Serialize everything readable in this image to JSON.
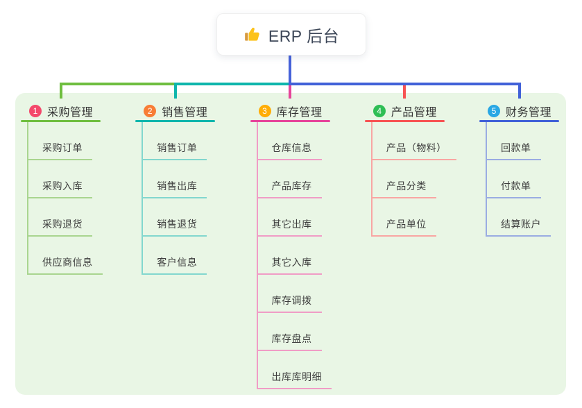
{
  "root": {
    "icon": "thumbs-up-icon",
    "title": "ERP 后台"
  },
  "branches": [
    {
      "badge": "1",
      "title": "采购管理",
      "badge_color": "#f4486b",
      "main_color": "#6fbe3f",
      "light_color": "#a9d58f",
      "children": [
        "采购订单",
        "采购入库",
        "采购退货",
        "供应商信息"
      ]
    },
    {
      "badge": "2",
      "title": "销售管理",
      "badge_color": "#f87d35",
      "main_color": "#0fb6ac",
      "light_color": "#82d7ce",
      "children": [
        "销售订单",
        "销售出库",
        "销售退货",
        "客户信息"
      ]
    },
    {
      "badge": "3",
      "title": "库存管理",
      "badge_color": "#ffad05",
      "main_color": "#e6449a",
      "light_color": "#f09cc6",
      "children": [
        "仓库信息",
        "产品库存",
        "其它出库",
        "其它入库",
        "库存调拨",
        "库存盘点",
        "出库库明细"
      ]
    },
    {
      "badge": "4",
      "title": "产品管理",
      "badge_color": "#2ebe55",
      "main_color": "#f75353",
      "light_color": "#f9a6a3",
      "children": [
        "产品（物料）",
        "产品分类",
        "产品单位"
      ]
    },
    {
      "badge": "5",
      "title": "财务管理",
      "badge_color": "#29a7e4",
      "main_color": "#4161d8",
      "light_color": "#9aace2",
      "children": [
        "回款单",
        "付款单",
        "结算账户"
      ]
    }
  ],
  "colors": {
    "panel_background": "#e9f6e5",
    "root_line": "#4662d9",
    "root_text": "#3d4758",
    "branch_title_text": "#333333",
    "child_text": "#3d3d3d",
    "thumb_main": "#fcc21b",
    "thumb_cuff": "#d89a3e"
  }
}
